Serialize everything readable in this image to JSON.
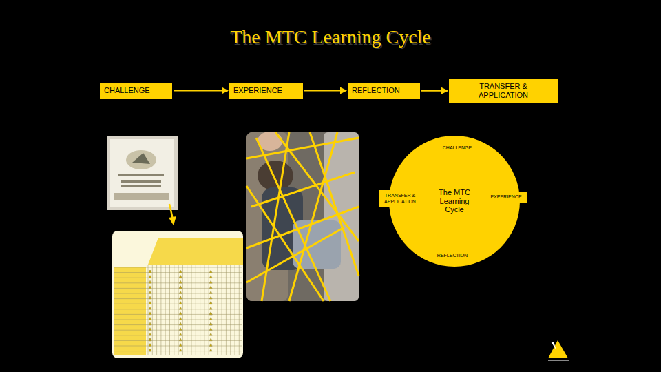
{
  "diagram": {
    "title": "The MTC Learning Cycle",
    "nodes": [
      {
        "text": [
          "CHALLENGE"
        ]
      },
      {
        "text": [
          "EXPERIENCE"
        ]
      },
      {
        "text": [
          "REFLECTION"
        ]
      },
      {
        "text": [
          "TRANSFER & APPLICATION"
        ]
      },
      {
        "text": [
          "The MTC Learning Cycle"
        ]
      },
      {
        "text": [
          "CHALLENGE"
        ]
      },
      {
        "text": [
          "EXPERIENCE"
        ]
      },
      {
        "text": [
          "REFLECTION"
        ]
      },
      {
        "text": [
          "TRANSFER & APPLICATION"
        ]
      }
    ],
    "edges": [
      {
        "from": 0,
        "to": 1,
        "arrow": "to"
      },
      {
        "from": 1,
        "to": 2,
        "arrow": "to"
      },
      {
        "from": 2,
        "to": 3,
        "arrow": "to"
      },
      {
        "from": 5,
        "to": 6,
        "arrow": "to"
      },
      {
        "from": 6,
        "to": 7,
        "arrow": "to"
      },
      {
        "from": 7,
        "to": 8,
        "arrow": "to"
      },
      {
        "from": 8,
        "to": 5,
        "arrow": "to"
      }
    ]
  }
}
